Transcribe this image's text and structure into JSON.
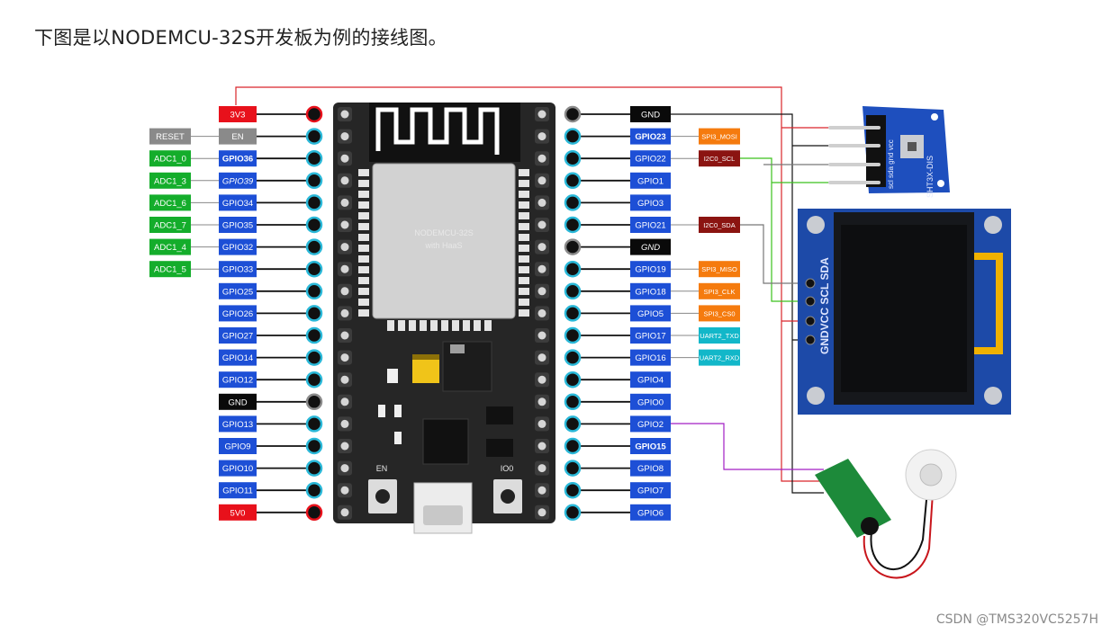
{
  "heading": "下图是以NODEMCU-32S开发板为例的接线图。",
  "board": {
    "name": "NODEMCU-32S",
    "subtitle": "with HaaS",
    "btn_en": "EN",
    "btn_io0": "IO0"
  },
  "colors": {
    "red": "#e8111b",
    "gray": "#8a8a8a",
    "green": "#14ad2b",
    "blue": "#1d4fd6",
    "black": "#0a0a0a",
    "orange": "#f57b0e",
    "darkred": "#8b1411",
    "cyan": "#12b7c9",
    "pcb": "#262626",
    "wire_red": "#d9252a",
    "wire_black": "#111111",
    "wire_green": "#3bc01c",
    "wire_purple": "#a21fc4",
    "wire_gray": "#777777"
  },
  "left_pins": [
    {
      "label": "3V3",
      "color": "red",
      "dot": "red"
    },
    {
      "label": "EN",
      "color": "gray",
      "dot": "cyan",
      "extra": {
        "label": "RESET",
        "color": "gray"
      }
    },
    {
      "label": "GPIO36",
      "color": "blue",
      "dot": "cyan",
      "bold": true,
      "extra": {
        "label": "ADC1_0",
        "color": "green"
      }
    },
    {
      "label": "GPIO39",
      "color": "blue",
      "dot": "cyan",
      "italic": true,
      "extra": {
        "label": "ADC1_3",
        "color": "green"
      }
    },
    {
      "label": "GPIO34",
      "color": "blue",
      "dot": "cyan",
      "extra": {
        "label": "ADC1_6",
        "color": "green"
      }
    },
    {
      "label": "GPIO35",
      "color": "blue",
      "dot": "cyan",
      "extra": {
        "label": "ADC1_7",
        "color": "green"
      }
    },
    {
      "label": "GPIO32",
      "color": "blue",
      "dot": "cyan",
      "extra": {
        "label": "ADC1_4",
        "color": "green"
      }
    },
    {
      "label": "GPIO33",
      "color": "blue",
      "dot": "cyan",
      "extra": {
        "label": "ADC1_5",
        "color": "green"
      }
    },
    {
      "label": "GPIO25",
      "color": "blue",
      "dot": "cyan"
    },
    {
      "label": "GPIO26",
      "color": "blue",
      "dot": "cyan"
    },
    {
      "label": "GPIO27",
      "color": "blue",
      "dot": "cyan"
    },
    {
      "label": "GPIO14",
      "color": "blue",
      "dot": "cyan"
    },
    {
      "label": "GPIO12",
      "color": "blue",
      "dot": "cyan"
    },
    {
      "label": "GND",
      "color": "black",
      "dot": "gray"
    },
    {
      "label": "GPIO13",
      "color": "blue",
      "dot": "cyan"
    },
    {
      "label": "GPIO9",
      "color": "blue",
      "dot": "cyan"
    },
    {
      "label": "GPIO10",
      "color": "blue",
      "dot": "cyan"
    },
    {
      "label": "GPIO11",
      "color": "blue",
      "dot": "cyan"
    },
    {
      "label": "5V0",
      "color": "red",
      "dot": "red"
    }
  ],
  "right_pins": [
    {
      "label": "GND",
      "color": "black",
      "dot": "gray"
    },
    {
      "label": "GPIO23",
      "color": "blue",
      "dot": "cyan",
      "bold": true,
      "extra": {
        "label": "SPI3_MOSI",
        "color": "orange"
      }
    },
    {
      "label": "GPIO22",
      "color": "blue",
      "dot": "cyan",
      "extra": {
        "label": "I2C0_SCL",
        "color": "darkred"
      }
    },
    {
      "label": "GPIO1",
      "color": "blue",
      "dot": "cyan"
    },
    {
      "label": "GPIO3",
      "color": "blue",
      "dot": "cyan"
    },
    {
      "label": "GPIO21",
      "color": "blue",
      "dot": "cyan",
      "extra": {
        "label": "I2C0_SDA",
        "color": "darkred"
      }
    },
    {
      "label": "GND",
      "color": "black",
      "dot": "gray",
      "italic": true
    },
    {
      "label": "GPIO19",
      "color": "blue",
      "dot": "cyan",
      "extra": {
        "label": "SPI3_MISO",
        "color": "orange"
      }
    },
    {
      "label": "GPIO18",
      "color": "blue",
      "dot": "cyan",
      "extra": {
        "label": "SPI3_CLK",
        "color": "orange"
      }
    },
    {
      "label": "GPIO5",
      "color": "blue",
      "dot": "cyan",
      "extra": {
        "label": "SPI3_CS0",
        "color": "orange"
      }
    },
    {
      "label": "GPIO17",
      "color": "blue",
      "dot": "cyan",
      "extra": {
        "label": "UART2_TXD",
        "color": "cyan"
      }
    },
    {
      "label": "GPIO16",
      "color": "blue",
      "dot": "cyan",
      "extra": {
        "label": "UART2_RXD",
        "color": "cyan"
      }
    },
    {
      "label": "GPIO4",
      "color": "blue",
      "dot": "cyan"
    },
    {
      "label": "GPIO0",
      "color": "blue",
      "dot": "cyan"
    },
    {
      "label": "GPIO2",
      "color": "blue",
      "dot": "cyan"
    },
    {
      "label": "GPIO15",
      "color": "blue",
      "dot": "cyan",
      "bold": true
    },
    {
      "label": "GPIO8",
      "color": "blue",
      "dot": "cyan"
    },
    {
      "label": "GPIO7",
      "color": "blue",
      "dot": "cyan"
    },
    {
      "label": "GPIO6",
      "color": "blue",
      "dot": "cyan"
    }
  ],
  "sensor": {
    "name": "SHT3X-DIS",
    "pins": "scl sda gnd vcc"
  },
  "oled": {
    "pins": "GNDVCC SCL SDA"
  },
  "footer": "CSDN @TMS320VC5257H"
}
